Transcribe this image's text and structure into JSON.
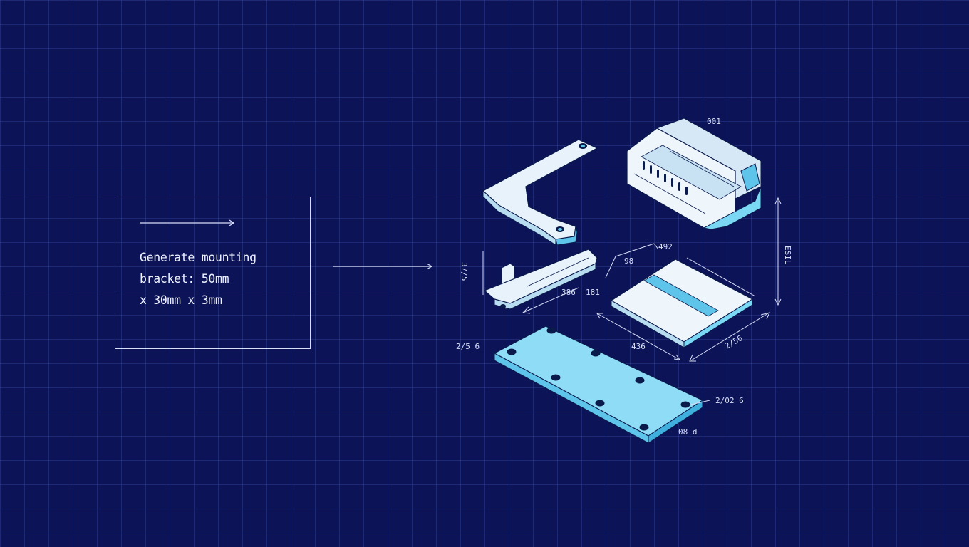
{
  "prompt": {
    "lines": [
      "Generate mounting",
      "bracket: 50mm",
      "x 30mm x 3mm"
    ]
  },
  "diagram": {
    "labels": {
      "top_id": "001",
      "left_dim": "2/5 6",
      "vertical_dim": "ESIL",
      "flat_top_dim": "492",
      "flat_width_dim": "436",
      "flat_depth_dim": "2/56",
      "small_dim_a": "386",
      "small_dim_b": "181",
      "side_dim": "37/5",
      "angle_dim": "98",
      "plate_dim_a": "2/02 6",
      "plate_dim_b": "08 d"
    }
  },
  "colors": {
    "background": "#0c1457",
    "grid": "#2c3c8c",
    "line": "#d8def8",
    "face_light": "#e6f2fb",
    "face_accent": "#7ad8f5",
    "plate": "#8fdcf6",
    "edge": "#0a1a4a"
  }
}
